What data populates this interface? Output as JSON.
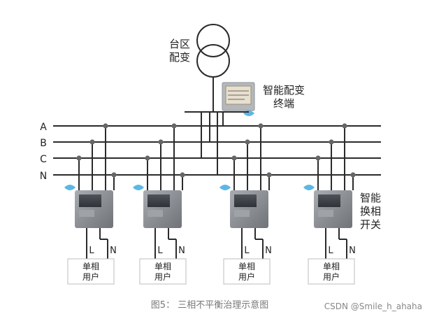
{
  "transformer": {
    "label_line1": "台区",
    "label_line2": "配变"
  },
  "terminal": {
    "label_line1": "智能配变",
    "label_line2": "终端"
  },
  "buses": [
    "A",
    "B",
    "C",
    "N"
  ],
  "switch_label": {
    "line1": "智能",
    "line2": "换相",
    "line3": "开关"
  },
  "units": [
    {
      "L": "L",
      "N": "N",
      "user_line1": "单相",
      "user_line2": "用户"
    },
    {
      "L": "L",
      "N": "N",
      "user_line1": "单相",
      "user_line2": "用户"
    },
    {
      "L": "L",
      "N": "N",
      "user_line1": "单相",
      "user_line2": "用户"
    },
    {
      "L": "L",
      "N": "N",
      "user_line1": "单相",
      "user_line2": "用户"
    }
  ],
  "caption": "图5：  三相不平衡治理示意图",
  "watermark": "CSDN @Smile_h_ahaha",
  "colors": {
    "line": "#2b2b2b",
    "dot": "#666666",
    "switch_body": "#8d9196",
    "wifi": "#5bb8e6"
  }
}
